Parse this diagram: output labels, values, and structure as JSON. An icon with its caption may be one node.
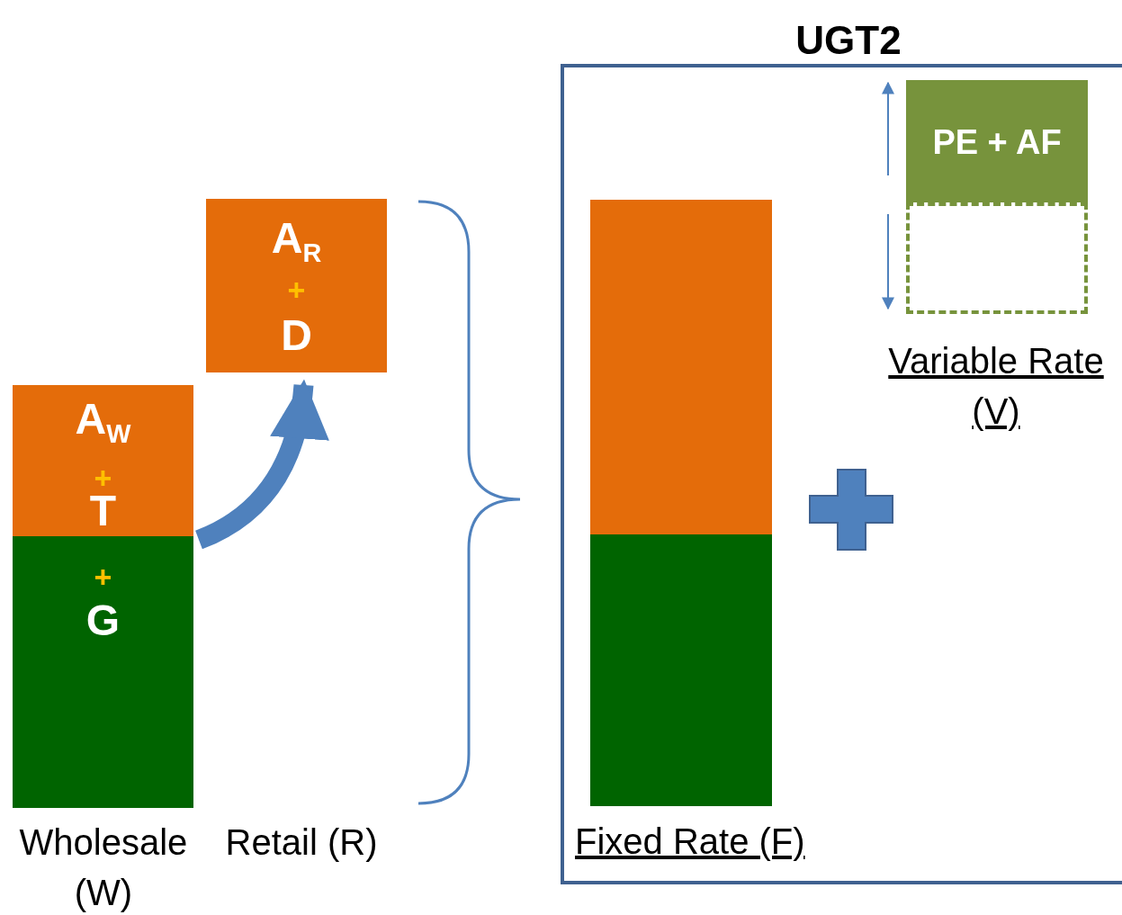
{
  "diagram": {
    "nodes": [
      {
        "text": [
          "A$_{W}$",
          "+",
          "T"
        ]
      },
      {
        "text": [
          "+",
          "G"
        ],
        "beside": [
          "Wholesale (W)"
        ]
      },
      {
        "text": [
          "A$_{R}$",
          "+",
          "D"
        ]
      },
      {
        "text": [
          "UGT2"
        ]
      },
      {
        "text": [],
        "shape": "bar",
        "in": 3
      },
      {
        "text": [],
        "shape": "bar",
        "in": 3,
        "beside": [
          "Fixed Rate (F)"
        ]
      },
      {
        "text": [
          "PE + AF"
        ],
        "in": 3
      },
      {
        "text": [],
        "shape": "box",
        "in": 3,
        "beside": [
          "Variable Rate (V)"
        ]
      }
    ],
    "edges": [
      {
        "from": 0,
        "to": 2,
        "arrow": "to"
      }
    ],
    "labels": [
      "Retail (R)"
    ]
  }
}
